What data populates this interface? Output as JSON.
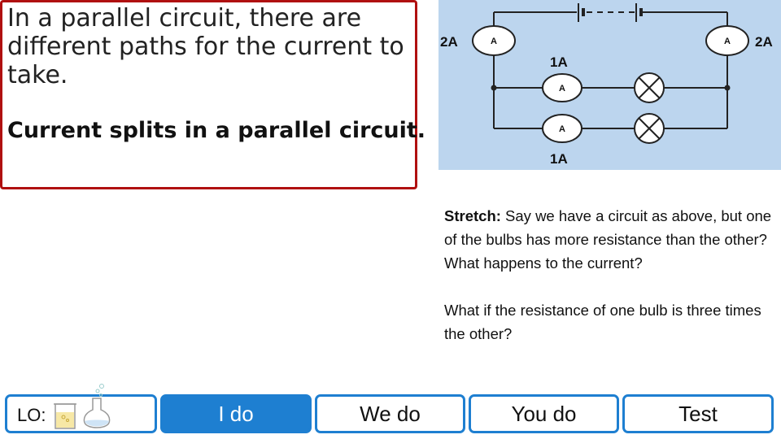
{
  "intro": {
    "text": "In a parallel circuit, there are different paths for the current to take.",
    "bold_text": "Current splits in a parallel circuit."
  },
  "circuit": {
    "ammeter_symbol": "A",
    "left_current": "2A",
    "right_current": "2A",
    "branch1_current": "1A",
    "branch2_current": "1A"
  },
  "stretch": {
    "label": "Stretch:",
    "question1": " Say we have a circuit as above, but one of the bulbs has more resistance than the other? What happens to the current?",
    "question2": "What if the resistance of one bulb is three times the other?"
  },
  "footer": {
    "lo_label": "LO:",
    "tabs": [
      "I do",
      "We do",
      "You do",
      "Test"
    ],
    "active_tab": "I do",
    "active_color": "#1e7fd1"
  },
  "colors": {
    "textbox_border": "#b01010",
    "circuit_background": "#bcd5ee",
    "tab_border": "#1e7fd1"
  }
}
